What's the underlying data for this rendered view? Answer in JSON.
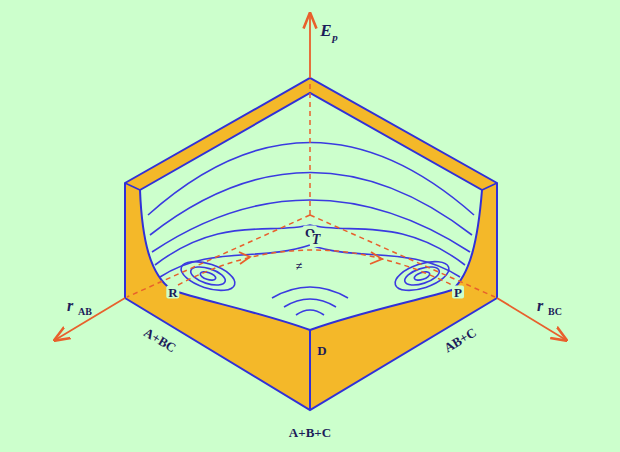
{
  "diagram": {
    "labels": [
      "E",
      "p",
      "O",
      "≠",
      "T",
      "r",
      "AB",
      "r",
      "BC",
      "R",
      "P",
      "D",
      "A+BC",
      "AB+C",
      "A+B+C"
    ]
  }
}
